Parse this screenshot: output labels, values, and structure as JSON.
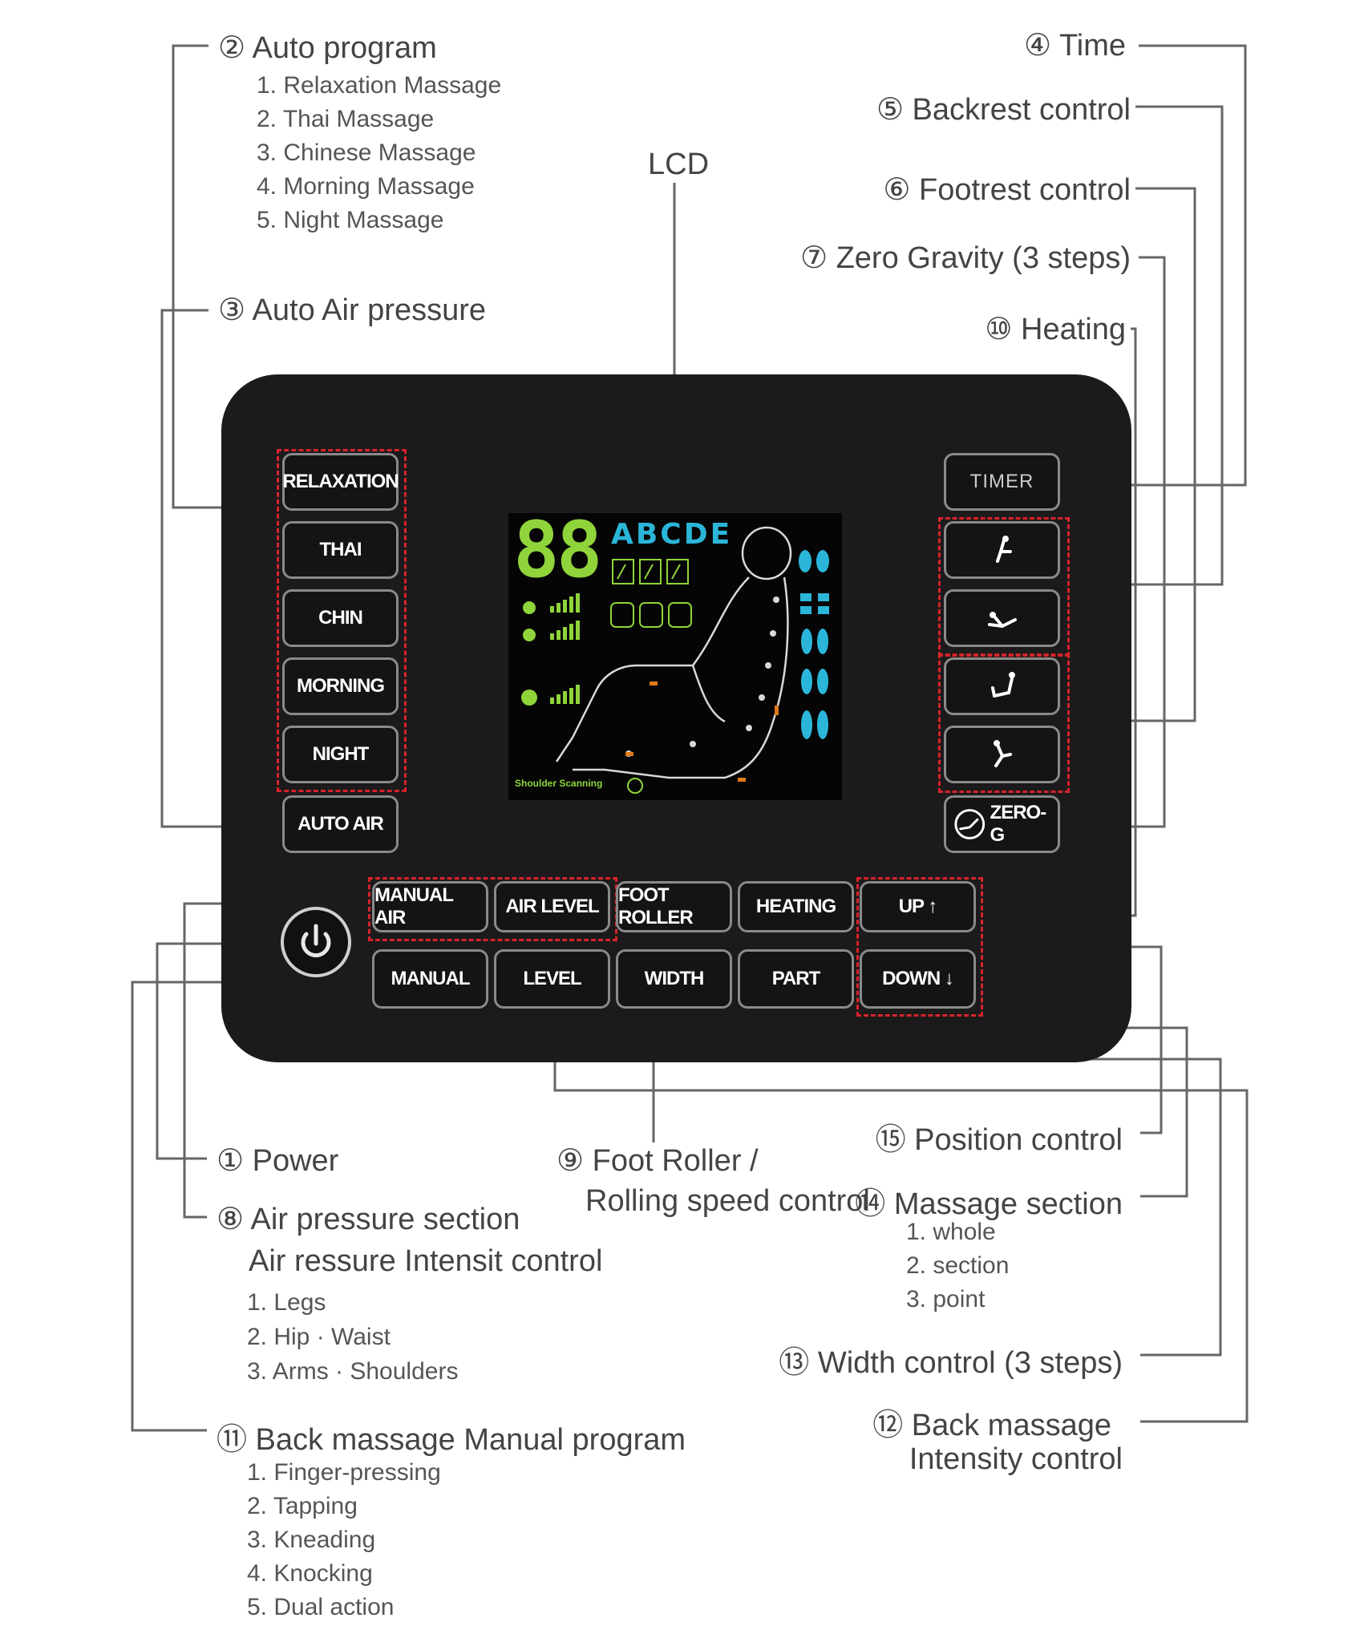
{
  "lcd_label": "LCD",
  "left_labels": {
    "auto_program": "② Auto program",
    "auto_program_items": [
      "1. Relaxation Massage",
      "2. Thai Massage",
      "3. Chinese Massage",
      "4. Morning Massage",
      "5. Night Massage"
    ],
    "auto_air": "③ Auto Air pressure",
    "power": "① Power",
    "air_section": "⑧ Air pressure section",
    "air_intensity": "Air ressure Intensit control",
    "air_items": [
      "1. Legs",
      "2. Hip · Waist",
      "3. Arms · Shoulders"
    ],
    "back_manual": "⑪ Back massage Manual program",
    "back_manual_items": [
      "1. Finger-pressing",
      "2. Tapping",
      "3. Kneading",
      "4. Knocking",
      "5. Dual action"
    ],
    "foot_roller_1": "⑨ Foot Roller /",
    "foot_roller_2": "Rolling speed control"
  },
  "right_labels": {
    "time": "④ Time",
    "backrest": "⑤ Backrest control",
    "footrest": "⑥ Footrest control",
    "zero_gravity": "⑦ Zero Gravity (3 steps)",
    "heating": "⑩ Heating",
    "position": "⑮ Position control",
    "massage_section": "⑭ Massage section",
    "massage_items": [
      "1. whole",
      "2. section",
      "3. point"
    ],
    "width": "⑬ Width control (3 steps)",
    "back_intensity_1": "⑫ Back massage",
    "back_intensity_2": "Intensity control"
  },
  "buttons": {
    "relaxation": "RELAXATION",
    "thai": "THAI",
    "chin": "CHIN",
    "morning": "MORNING",
    "night": "NIGHT",
    "auto_air": "AUTO AIR",
    "timer": "TIMER",
    "zero_g": "ZERO-G",
    "manual_air": "MANUAL AIR",
    "air_level": "AIR LEVEL",
    "foot_roller": "FOOT ROLLER",
    "heating": "HEATING",
    "up": "UP ↑",
    "manual": "MANUAL",
    "level": "LEVEL",
    "width": "WIDTH",
    "part": "PART",
    "down": "DOWN ↓"
  },
  "lcd": {
    "digits": "88",
    "letters": "ABCDE",
    "scan_text": "Shoulder Scanning"
  },
  "colors": {
    "panel": "#1c1a1b",
    "dashed_group": "#d8232a",
    "lcd_green": "#8fd43a",
    "lcd_cyan": "#2bb6d9",
    "lcd_orange": "#e07a18"
  }
}
